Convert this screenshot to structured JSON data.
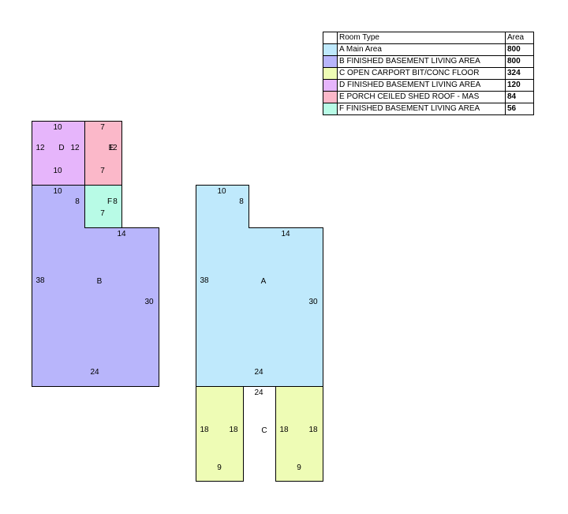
{
  "legend": {
    "header": {
      "room_type": "Room Type",
      "area": "Area"
    },
    "rows": [
      {
        "label": "A Main Area",
        "area": "800",
        "color": "#bfe9fc"
      },
      {
        "label": "B FINISHED BASEMENT LIVING AREA",
        "area": "800",
        "color": "#b8b5fb"
      },
      {
        "label": "C OPEN CARPORT BIT/CONC FLOOR",
        "area": "324",
        "color": "#eefcb5"
      },
      {
        "label": "D FINISHED BASEMENT LIVING AREA",
        "area": "120",
        "color": "#e6b5fb"
      },
      {
        "label": "E PORCH CEILED SHED ROOF - MAS",
        "area": "84",
        "color": "#fbb8c9"
      },
      {
        "label": "F FINISHED BASEMENT LIVING AREA",
        "area": "56",
        "color": "#b8fbe6"
      }
    ]
  },
  "areas": {
    "A": {
      "letter": "A",
      "dims": [
        "10",
        "8",
        "14",
        "38",
        "30",
        "24"
      ]
    },
    "B": {
      "letter": "B",
      "dims": [
        "10",
        "8",
        "14",
        "38",
        "30",
        "24"
      ]
    },
    "C": {
      "letter": "C",
      "dims": [
        "24",
        "18",
        "18",
        "18",
        "18",
        "9",
        "9"
      ]
    },
    "D": {
      "letter": "D",
      "dims": [
        "10",
        "12",
        "12",
        "10"
      ]
    },
    "E": {
      "letter": "E",
      "dims": [
        "7",
        "12",
        "7"
      ]
    },
    "F": {
      "letter": "F",
      "dims": [
        "8",
        "7"
      ]
    }
  }
}
